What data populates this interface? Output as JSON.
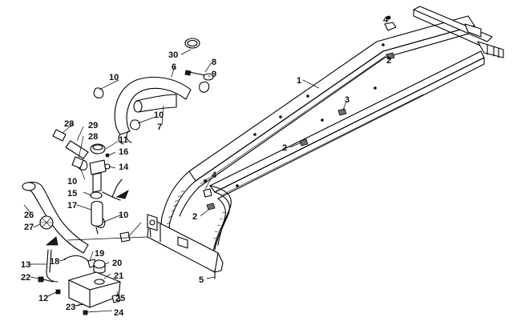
{
  "labels": {
    "l1": "1",
    "l2a": "2",
    "l2b": "2",
    "l2c": "2",
    "l3": "3",
    "l4a": "4",
    "l4b": "4",
    "l5": "5",
    "l6": "6",
    "l7": "7",
    "l8": "8",
    "l9": "9",
    "l10a": "10",
    "l10b": "10",
    "l10c": "10",
    "l10d": "10",
    "l11": "11",
    "l12": "12",
    "l13": "13",
    "l14": "14",
    "l15": "15",
    "l16": "16",
    "l17": "17",
    "l18": "18",
    "l19": "19",
    "l20": "20",
    "l21": "21",
    "l22": "22",
    "l23": "23",
    "l24": "24",
    "l25": "25",
    "l26": "26",
    "l27": "27",
    "l28a": "28",
    "l28b": "28",
    "l29": "29",
    "l30": "30"
  }
}
